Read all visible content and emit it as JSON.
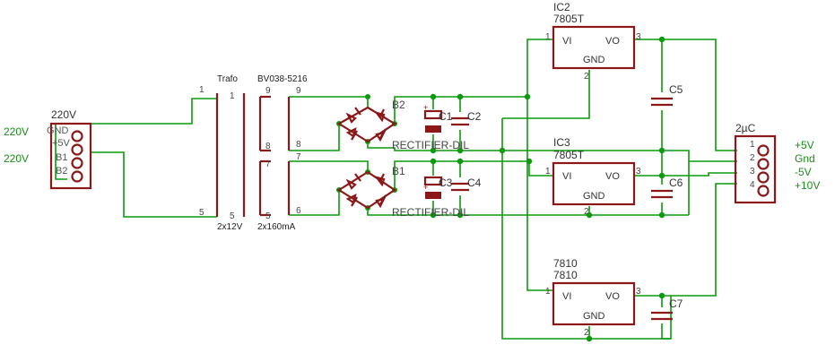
{
  "colors": {
    "wire": "#0b9a0b",
    "component": "#8a1818",
    "text": "#222222",
    "net_text": "#1a8c1a",
    "background": "#ffffff"
  },
  "mains": {
    "label_top": "220V",
    "label_bottom": "220V"
  },
  "input_connector": {
    "name": "220V",
    "pins": [
      "GND",
      "+5V",
      "B1",
      "B2"
    ]
  },
  "transformer": {
    "name": "Trafo",
    "value": "2x12V",
    "pin_numbers": {
      "primary_top": "1",
      "primary_top_inner": "1",
      "primary_bottom": "5",
      "primary_bottom_inner": "5"
    }
  },
  "transformer2": {
    "name": "BV038-5216",
    "value": "2x160mA",
    "pin_numbers": {
      "p9a": "9",
      "p9b": "9",
      "p8a": "8",
      "p8b": "8",
      "p7a": "7",
      "p7b": "7",
      "p5": "5",
      "p6": "6"
    }
  },
  "rectifiers": [
    {
      "name": "B2",
      "value": "RECTIFIER-DIL"
    },
    {
      "name": "B1",
      "value": "RECTIFIER-DIL"
    }
  ],
  "capacitors": {
    "c1": "C1",
    "c2": "C2",
    "c3": "C3",
    "c4": "C4",
    "c5": "C5",
    "c6": "C6",
    "c7": "C7",
    "plus": "+"
  },
  "regulators": [
    {
      "name": "IC2",
      "value": "7805T",
      "vi": "VI",
      "vo": "VO",
      "gnd": "GND",
      "pin1": "1",
      "pin2": "2",
      "pin3": "3"
    },
    {
      "name": "IC3",
      "value": "7805T",
      "vi": "VI",
      "vo": "VO",
      "gnd": "GND",
      "pin1": "1",
      "pin2": "2",
      "pin3": "3"
    },
    {
      "name": "7810",
      "value": "7810",
      "vi": "VI",
      "vo": "VO",
      "gnd": "GND",
      "pin1": "1",
      "pin2": "2",
      "pin3": "3"
    }
  ],
  "output_connector": {
    "name": "2µC",
    "pins": [
      "1",
      "2",
      "3",
      "4"
    ]
  },
  "outputs": [
    "+5V",
    "Gnd",
    "-5V",
    "+10V"
  ]
}
